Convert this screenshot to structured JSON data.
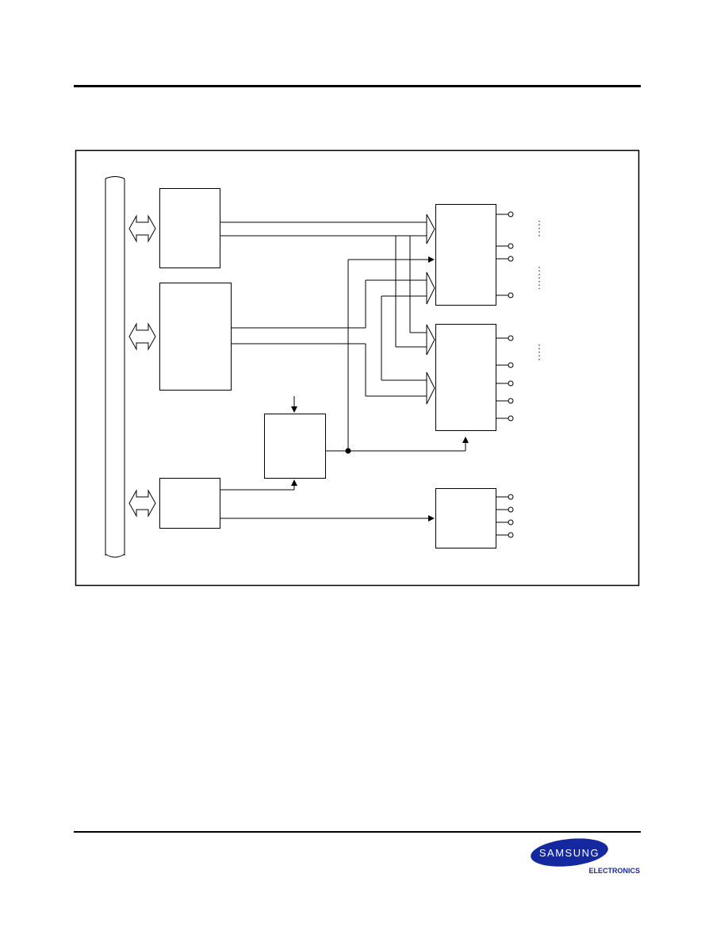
{
  "header": {},
  "diagram": {
    "blocks": [
      {
        "id": "block-upper-left"
      },
      {
        "id": "block-middle-left"
      },
      {
        "id": "block-lower-left"
      },
      {
        "id": "block-center"
      },
      {
        "id": "block-right-top"
      },
      {
        "id": "block-right-middle"
      },
      {
        "id": "block-right-bottom"
      }
    ]
  },
  "logo": {
    "brand": "SAMSUNG",
    "division": "ELECTRONICS",
    "color": "#1428a0"
  }
}
